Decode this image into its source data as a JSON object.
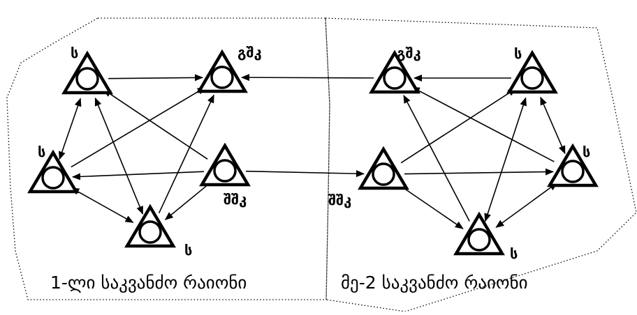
{
  "colors": {
    "ink": "#000000",
    "background": "#ffffff"
  },
  "captions": {
    "district_1": "1-ლი საკვანძო რაიონი",
    "district_2": "მე-2 საკვანძო რაიონი"
  },
  "nodes": {
    "d1_s_top": {
      "label": "ს"
    },
    "d1_gsk": {
      "label": "გშკ"
    },
    "d1_s_left": {
      "label": "ს"
    },
    "d1_shk": {
      "label": "შშკ"
    },
    "d1_s_bottom": {
      "label": "ს"
    },
    "d2_gsk": {
      "label": "გშკ"
    },
    "d2_s_top": {
      "label": "ს"
    },
    "d2_shk": {
      "label": "შშკ"
    },
    "d2_s_right": {
      "label": "ს"
    },
    "d2_s_bottom": {
      "label": "ს"
    }
  },
  "edges": [
    {
      "from": "d1_s_top",
      "to": "d1_gsk",
      "dir": "forward"
    },
    {
      "from": "d1_s_top",
      "to": "d1_s_left",
      "dir": "both"
    },
    {
      "from": "d1_s_top",
      "to": "d1_s_bottom",
      "dir": "both"
    },
    {
      "from": "d1_s_left",
      "to": "d1_gsk",
      "dir": "forward"
    },
    {
      "from": "d1_shk",
      "to": "d1_s_top",
      "dir": "forward"
    },
    {
      "from": "d1_shk",
      "to": "d1_s_left",
      "dir": "forward"
    },
    {
      "from": "d1_shk",
      "to": "d1_s_bottom",
      "dir": "forward"
    },
    {
      "from": "d1_s_bottom",
      "to": "d1_gsk",
      "dir": "forward"
    },
    {
      "from": "d1_s_left",
      "to": "d1_s_bottom",
      "dir": "both"
    },
    {
      "from": "d2_gsk",
      "to": "d1_gsk",
      "dir": "forward"
    },
    {
      "from": "d1_shk",
      "to": "d2_shk",
      "dir": "forward"
    },
    {
      "from": "d2_s_top",
      "to": "d2_gsk",
      "dir": "forward"
    },
    {
      "from": "d2_s_top",
      "to": "d2_s_right",
      "dir": "both"
    },
    {
      "from": "d2_s_top",
      "to": "d2_s_bottom",
      "dir": "both"
    },
    {
      "from": "d2_shk",
      "to": "d2_s_top",
      "dir": "forward"
    },
    {
      "from": "d2_shk",
      "to": "d2_s_right",
      "dir": "forward"
    },
    {
      "from": "d2_shk",
      "to": "d2_s_bottom",
      "dir": "forward"
    },
    {
      "from": "d2_s_right",
      "to": "d2_gsk",
      "dir": "forward"
    },
    {
      "from": "d2_s_bottom",
      "to": "d2_gsk",
      "dir": "forward"
    },
    {
      "from": "d2_s_bottom",
      "to": "d2_s_right",
      "dir": "both"
    }
  ]
}
